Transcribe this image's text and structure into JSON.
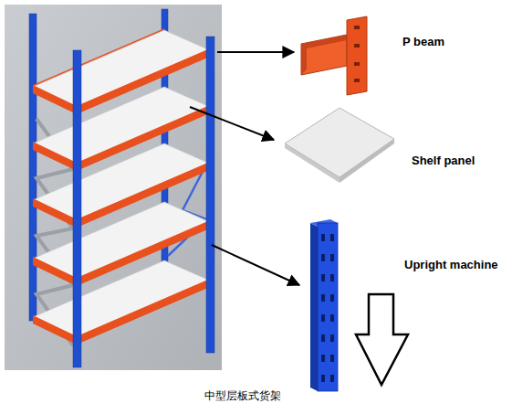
{
  "diagram": {
    "caption": "中型层板式货架",
    "labels": [
      "P beam",
      "Shelf panel",
      "Upright machine"
    ]
  }
}
